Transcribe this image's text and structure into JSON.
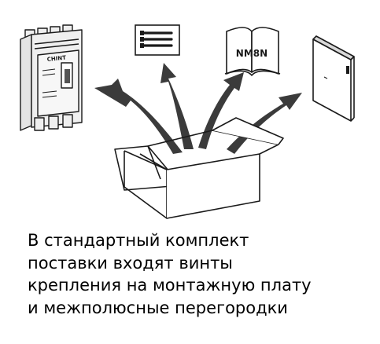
{
  "breaker": {
    "brand_label": "CHINT"
  },
  "manual": {
    "title": "NM8N"
  },
  "caption": {
    "lines": [
      "В стандартный комплект",
      "поставки входят винты",
      "крепления на монтажную плату",
      "и межполюсные перегородки"
    ]
  },
  "icons": {
    "breaker": "circuit-breaker-icon",
    "screws": "screws-pack-icon",
    "manual": "manual-book-icon",
    "barrier": "phase-barrier-icon",
    "box": "open-box-icon",
    "arrows": "arrow-icon"
  },
  "colors": {
    "line": "#1a1a1a",
    "arrow_fill": "#3b3b3b",
    "device_fill": "#efefef",
    "text": "#000000"
  }
}
